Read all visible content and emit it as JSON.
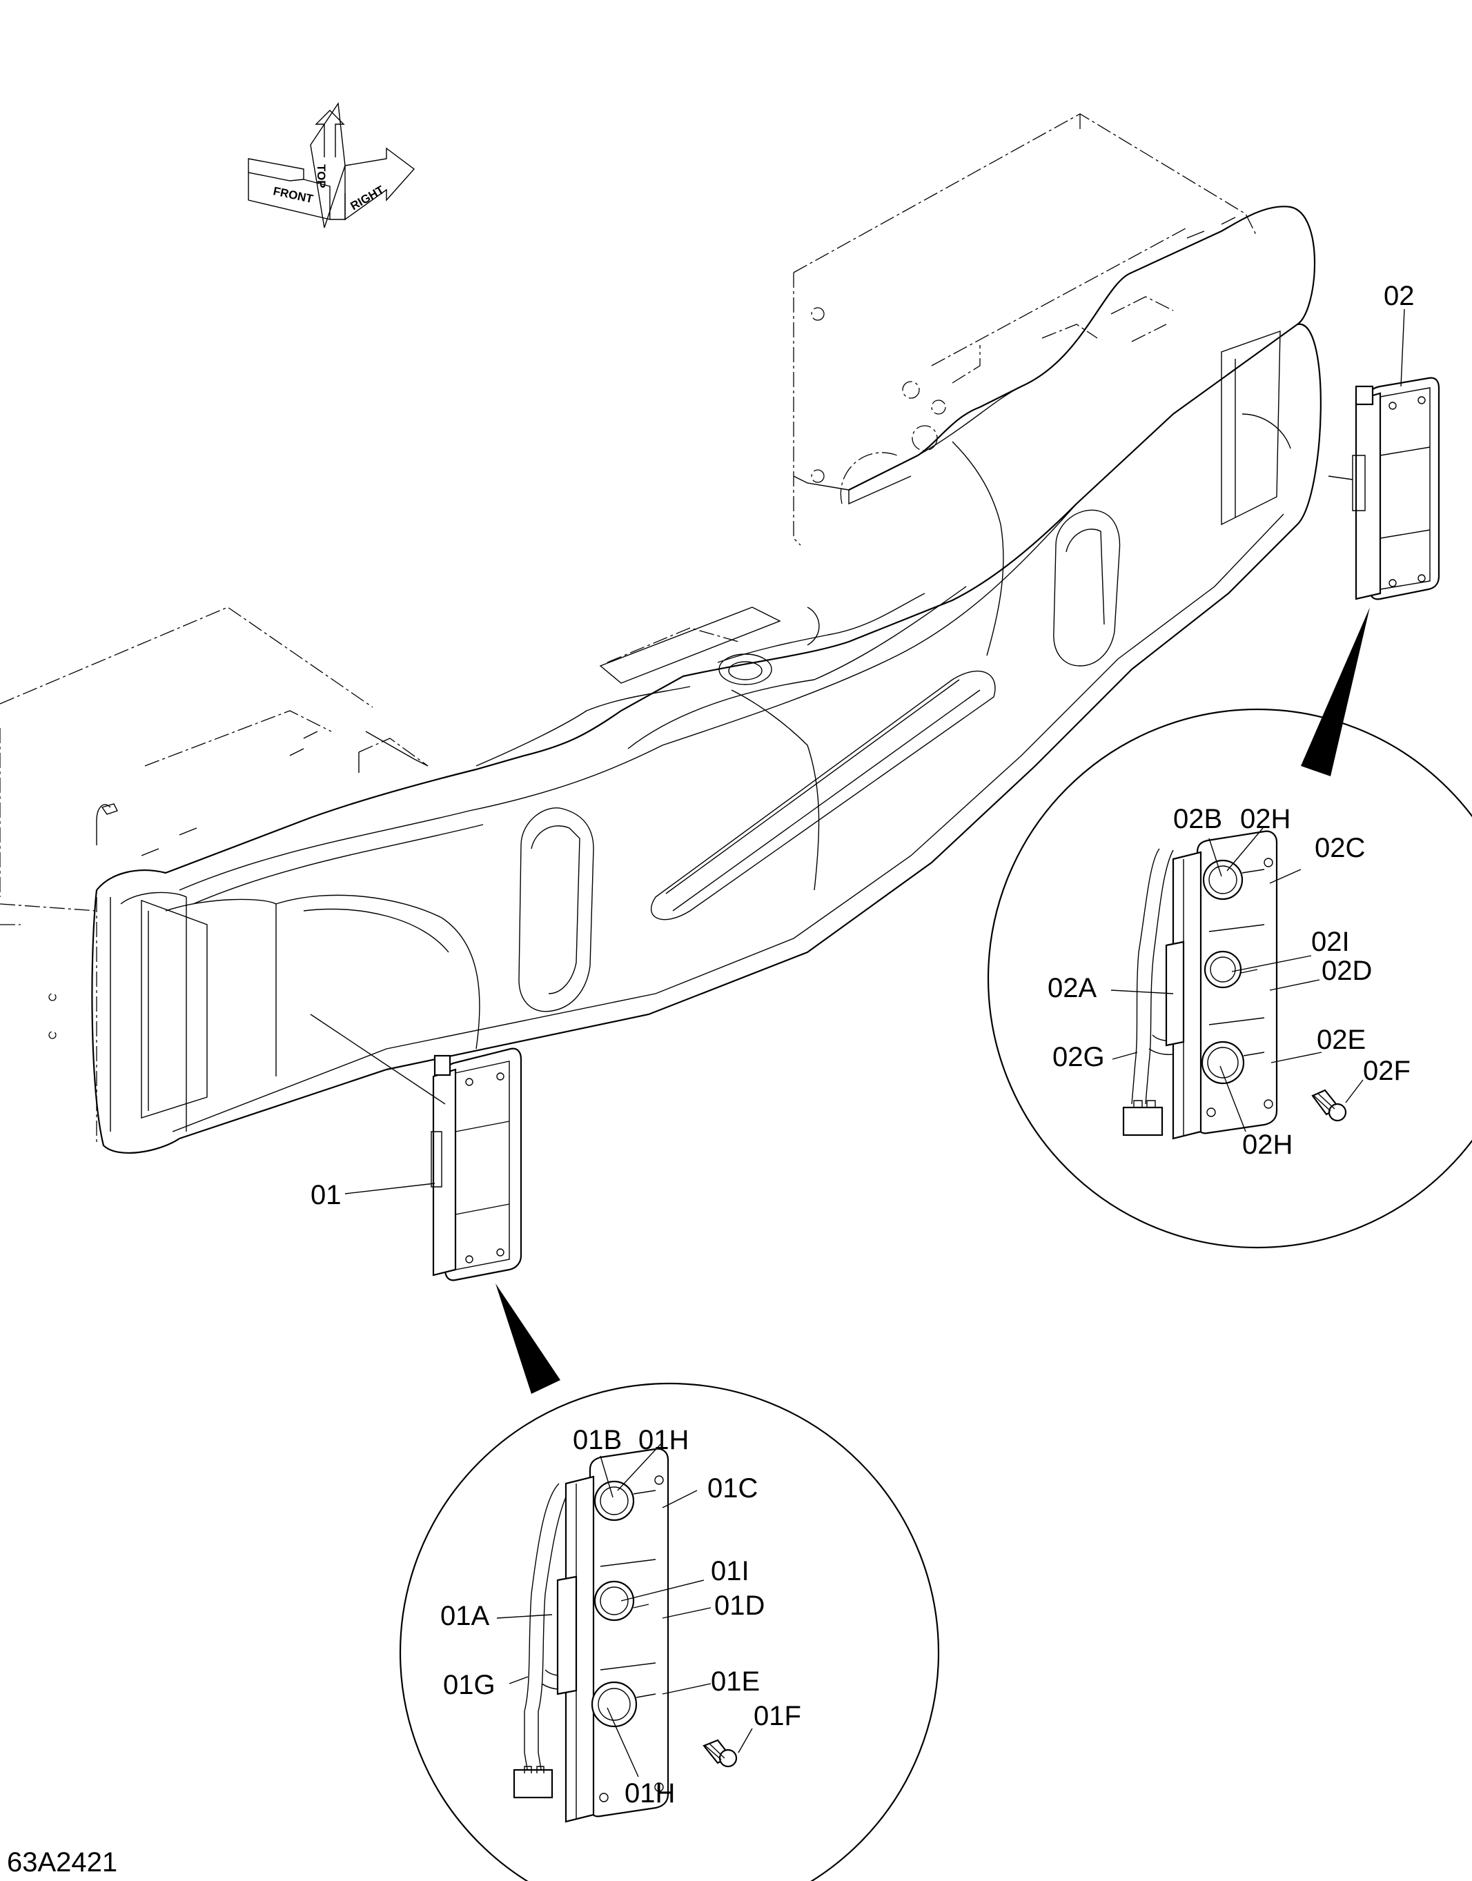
{
  "drawing_id": "63A2421",
  "orientation": {
    "top": "TOP",
    "front": "FRONT",
    "right": "RIGHT"
  },
  "callouts": {
    "c01": "01",
    "c02": "02",
    "c01A": "01A",
    "c01B": "01B",
    "c01C": "01C",
    "c01D": "01D",
    "c01E": "01E",
    "c01F": "01F",
    "c01G": "01G",
    "c01H_top": "01H",
    "c01H_bot": "01H",
    "c01I": "01I",
    "c02A": "02A",
    "c02B": "02B",
    "c02C": "02C",
    "c02D": "02D",
    "c02E": "02E",
    "c02F": "02F",
    "c02G": "02G",
    "c02H_top": "02H",
    "c02H_bot": "02H",
    "c02I": "02I"
  }
}
